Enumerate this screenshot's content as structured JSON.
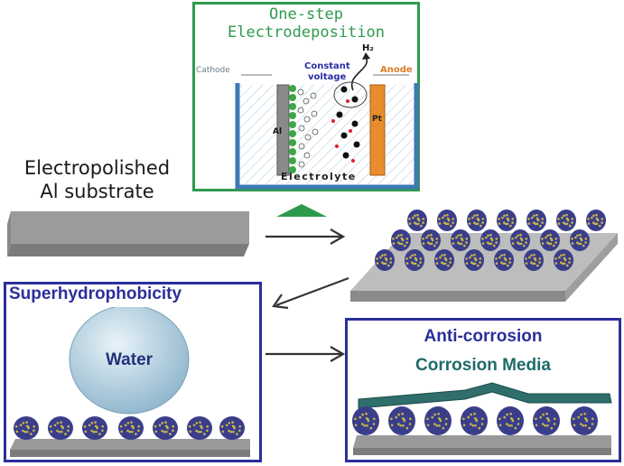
{
  "electrodeposition": {
    "title_line1": "One-step",
    "title_line2": "Electrodeposition",
    "cathode": "Cathode",
    "anode": "Anode",
    "constant_line1": "Constant",
    "constant_line2": "voltage",
    "h2": "H₂",
    "al_label": "Al",
    "pt_label": "Pt",
    "electrolyte": "Electrolyte"
  },
  "substrate": {
    "label_line1": "Electropolished",
    "label_line2": "Al substrate"
  },
  "superhydrophobicity": {
    "title": "Superhydrophobicity",
    "droplet": "Water"
  },
  "anticorrosion": {
    "title": "Anti-corrosion",
    "media": "Corrosion Media"
  },
  "colors": {
    "green_frame": "#2f9a4e",
    "blue_frame": "#2b2f9a",
    "slab": "#9a9a9a",
    "cluster": "#3a3e8a",
    "particle": "#c9b64a"
  }
}
